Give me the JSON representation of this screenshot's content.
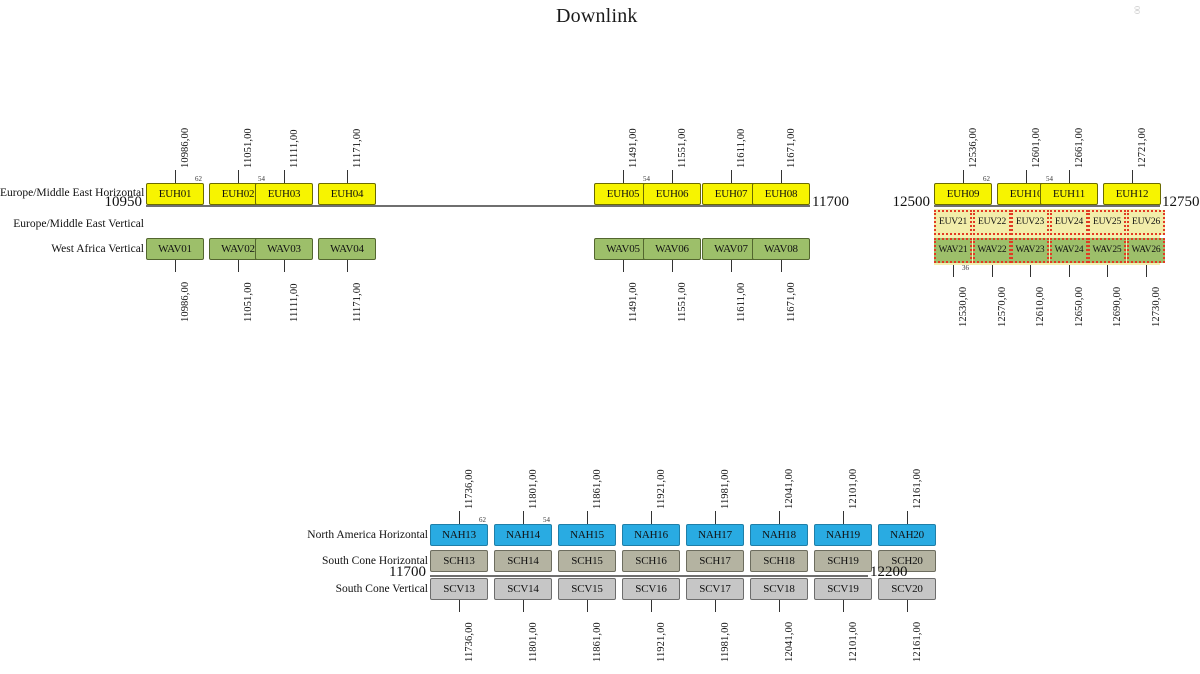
{
  "title": "Downlink",
  "corner_mark": "00",
  "colors": {
    "yellow": "#f7f400",
    "green": "#9dbf6a",
    "blue": "#29abe2",
    "olive": "#b4b3a1",
    "grey": "#c6c6c6",
    "pale_yellow": "#f2edaa",
    "dotted_border": "#e23a23",
    "band_line": "#6f6f6f"
  },
  "sections": {
    "europe": {
      "row_labels": {
        "horizontal": "Europe/Middle East Horizontal",
        "vertical": "Europe/Middle East Vertical",
        "west_africa": "West Africa Vertical"
      },
      "band": {
        "left_value": "10950",
        "right_value": "11700"
      },
      "group_a": {
        "top_freqs": [
          "10986,00",
          "11051,00",
          "11111,00",
          "11171,00"
        ],
        "bottom_freqs": [
          "10986,00",
          "11051,00",
          "11111,00",
          "11171,00"
        ],
        "horizontal": [
          "EUH01",
          "EUH02",
          "EUH03",
          "EUH04"
        ],
        "vertical": [
          "WAV01",
          "WAV02",
          "WAV03",
          "WAV04"
        ],
        "mini": [
          "62",
          "54"
        ]
      },
      "group_b": {
        "top_freqs": [
          "11491,00",
          "11551,00",
          "11611,00",
          "11671,00"
        ],
        "bottom_freqs": [
          "11491,00",
          "11551,00",
          "11611,00",
          "11671,00"
        ],
        "horizontal": [
          "EUH05",
          "EUH06",
          "EUH07",
          "EUH08"
        ],
        "vertical": [
          "WAV05",
          "WAV06",
          "WAV07",
          "WAV08"
        ],
        "mini": [
          "54"
        ]
      }
    },
    "europe_ka": {
      "band": {
        "left_value": "12500",
        "right_value": "12750"
      },
      "top_freqs": [
        "12536,00",
        "12601,00",
        "12661,00",
        "12721,00"
      ],
      "bottom_freqs": [
        "12530,00",
        "12570,00",
        "12610,00",
        "12650,00",
        "12690,00",
        "12730,00"
      ],
      "horizontal": [
        "EUH09",
        "EUH10",
        "EUH11",
        "EUH12"
      ],
      "vertical_euv": [
        "EUV21",
        "EUV22",
        "EUV23",
        "EUV24",
        "EUV25",
        "EUV26"
      ],
      "vertical_wav": [
        "WAV21",
        "WAV22",
        "WAV23",
        "WAV24",
        "WAV25",
        "WAV26"
      ],
      "mini": [
        "62",
        "54",
        "36"
      ]
    },
    "americas": {
      "row_labels": {
        "north_america_h": "North America Horizontal",
        "south_cone_h": "South Cone Horizontal",
        "south_cone_v": "South Cone Vertical"
      },
      "band": {
        "left_value": "11700",
        "right_value": "12200"
      },
      "top_freqs": [
        "11736,00",
        "11801,00",
        "11861,00",
        "11921,00",
        "11981,00",
        "12041,00",
        "12101,00",
        "12161,00"
      ],
      "bottom_freqs": [
        "11736,00",
        "11801,00",
        "11861,00",
        "11921,00",
        "11981,00",
        "12041,00",
        "12101,00",
        "12161,00"
      ],
      "nah": [
        "NAH13",
        "NAH14",
        "NAH15",
        "NAH16",
        "NAH17",
        "NAH18",
        "NAH19",
        "NAH20"
      ],
      "sch": [
        "SCH13",
        "SCH14",
        "SCH15",
        "SCH16",
        "SCH17",
        "SCH18",
        "SCH19",
        "SCH20"
      ],
      "scv": [
        "SCV13",
        "SCV14",
        "SCV15",
        "SCV16",
        "SCV17",
        "SCV18",
        "SCV19",
        "SCV20"
      ],
      "mini": [
        "62",
        "54"
      ]
    }
  }
}
